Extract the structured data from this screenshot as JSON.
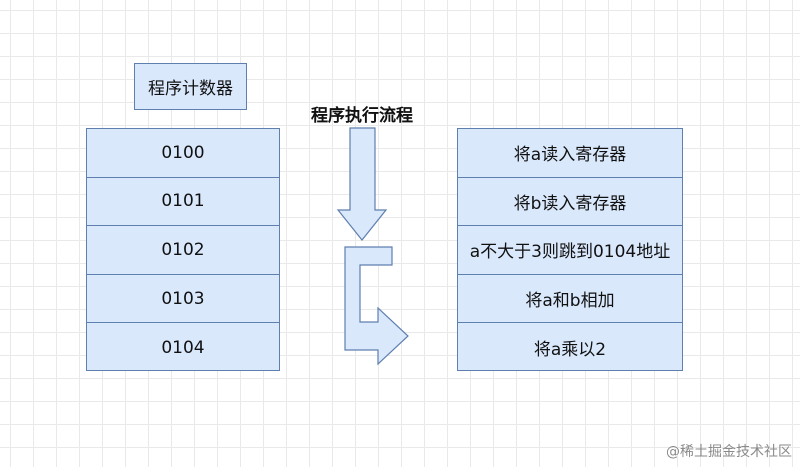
{
  "pc_label": "程序计数器",
  "flow_title": "程序执行流程",
  "addresses": [
    "0100",
    "0101",
    "0102",
    "0103",
    "0104"
  ],
  "instructions": [
    "将a读入寄存器",
    "将b读入寄存器",
    "a不大于3则跳到0104地址",
    "将a和b相加",
    "将a乘以2"
  ],
  "watermark": "@稀土掘金技术社区",
  "colors": {
    "box_fill": "#dae8fc",
    "box_stroke": "#5f7fae"
  }
}
